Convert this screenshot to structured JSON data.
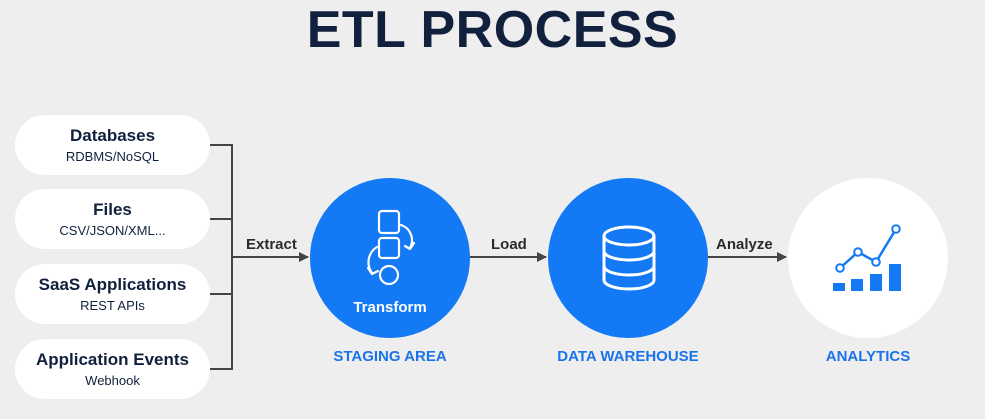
{
  "title": "ETL PROCESS",
  "sources": [
    {
      "name": "Databases",
      "sub": "RDBMS/NoSQL"
    },
    {
      "name": "Files",
      "sub": "CSV/JSON/XML..."
    },
    {
      "name": "SaaS Applications",
      "sub": "REST APIs"
    },
    {
      "name": "Application Events",
      "sub": "Webhook"
    }
  ],
  "edges": {
    "extract": "Extract",
    "load": "Load",
    "analyze": "Analyze"
  },
  "stages": {
    "staging": {
      "label": "STAGING AREA",
      "inner_label": "Transform",
      "icon": "transform-icon"
    },
    "warehouse": {
      "label": "DATA WAREHOUSE",
      "icon": "database-icon"
    },
    "analytics": {
      "label": "ANALYTICS",
      "icon": "chart-icon"
    }
  },
  "colors": {
    "title": "#11213d",
    "accent": "#1a73e8",
    "circle_blue": "#1479f4",
    "connector": "#444444",
    "background": "#eeeeef"
  }
}
